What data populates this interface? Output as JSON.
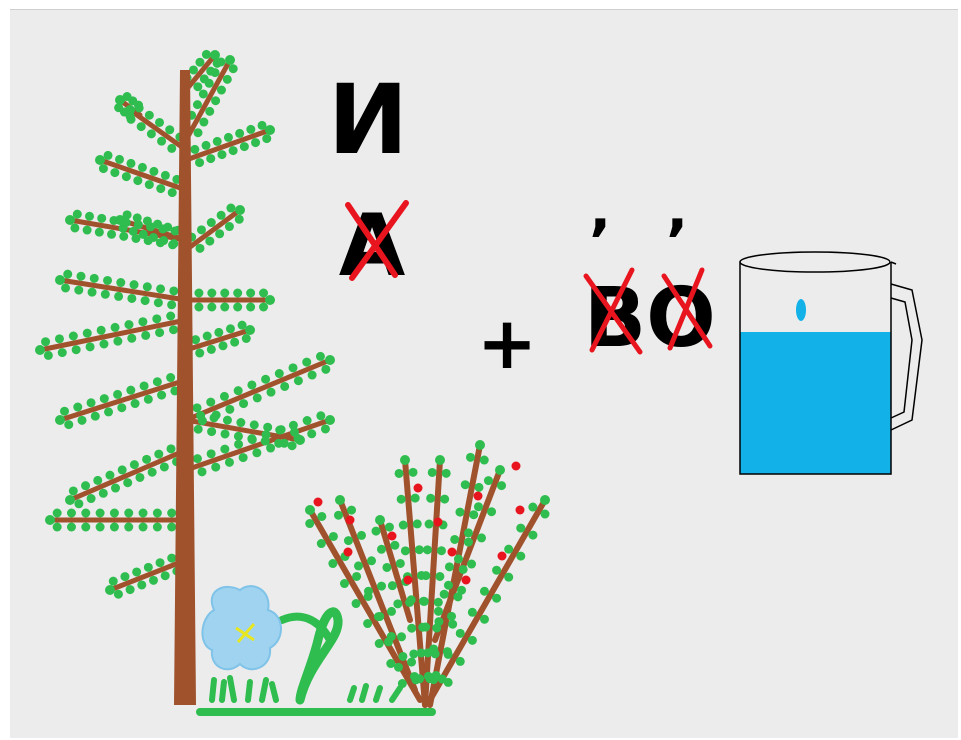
{
  "letters": {
    "i": "И",
    "a": "А",
    "plus": "+",
    "b": "В",
    "o": "О",
    "apostrophe": "’"
  },
  "colors": {
    "background": "#ececec",
    "trunk": "#a0522d",
    "leaf": "#2ebd4e",
    "berry": "#e8141e",
    "water": "#12b2e8",
    "cross": "#e8141e",
    "flower": "#9fd3f0",
    "grass": "#2ebd4e"
  },
  "icons": [
    "tree-icon",
    "bush-icon",
    "flower-icon",
    "grass-icon",
    "jug-icon"
  ]
}
